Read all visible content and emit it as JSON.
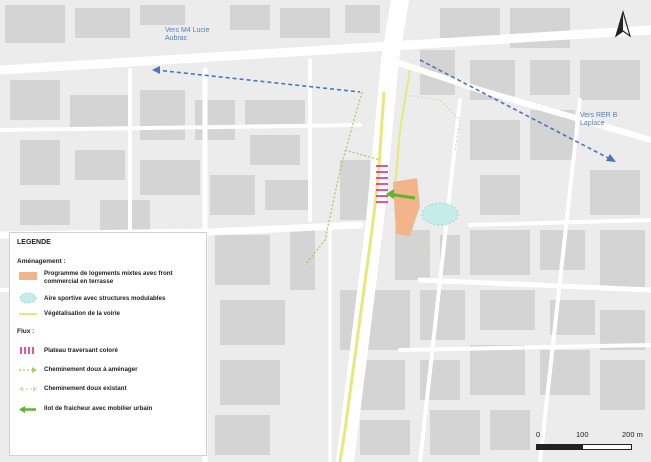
{
  "map": {
    "labels": {
      "m4": "Vers M4 Lucie Aubrac",
      "rer": "Vers RER B Laplace"
    },
    "north_symbol": "N",
    "icons": [
      "north-arrow-icon"
    ]
  },
  "legend": {
    "title": "LEGENDE",
    "section_amenagement": "Aménagement :",
    "item_logements": "Programme de logements mixtes avec front commercial en terrasse",
    "item_aire": "Aire sportive avec structures modulables",
    "item_vegetalisation": "Végétalisation de la voirie",
    "section_flux": "Flux :",
    "item_plateau": "Plateau traversant coloré",
    "item_cheminement_amenager": "Cheminement doux à aménager",
    "item_cheminement_existant": "Cheminement doux existant",
    "item_ilot": "Ilot de fraicheur avec mobilier urbain"
  },
  "scale": {
    "tick0": "0",
    "tick1": "100",
    "tick2": "200 m"
  },
  "colors": {
    "background": "#ececec",
    "buildings": "#d4d4d4",
    "roads": "#ffffff",
    "logements": "#f2b48a",
    "aire": "#c6ece9",
    "vegetalisation": "#e3ea7a",
    "plateau": "#e5268f",
    "cheminement": "#9fcf6a",
    "ilot": "#5fb52c",
    "blue_route": "#4f72b8"
  }
}
